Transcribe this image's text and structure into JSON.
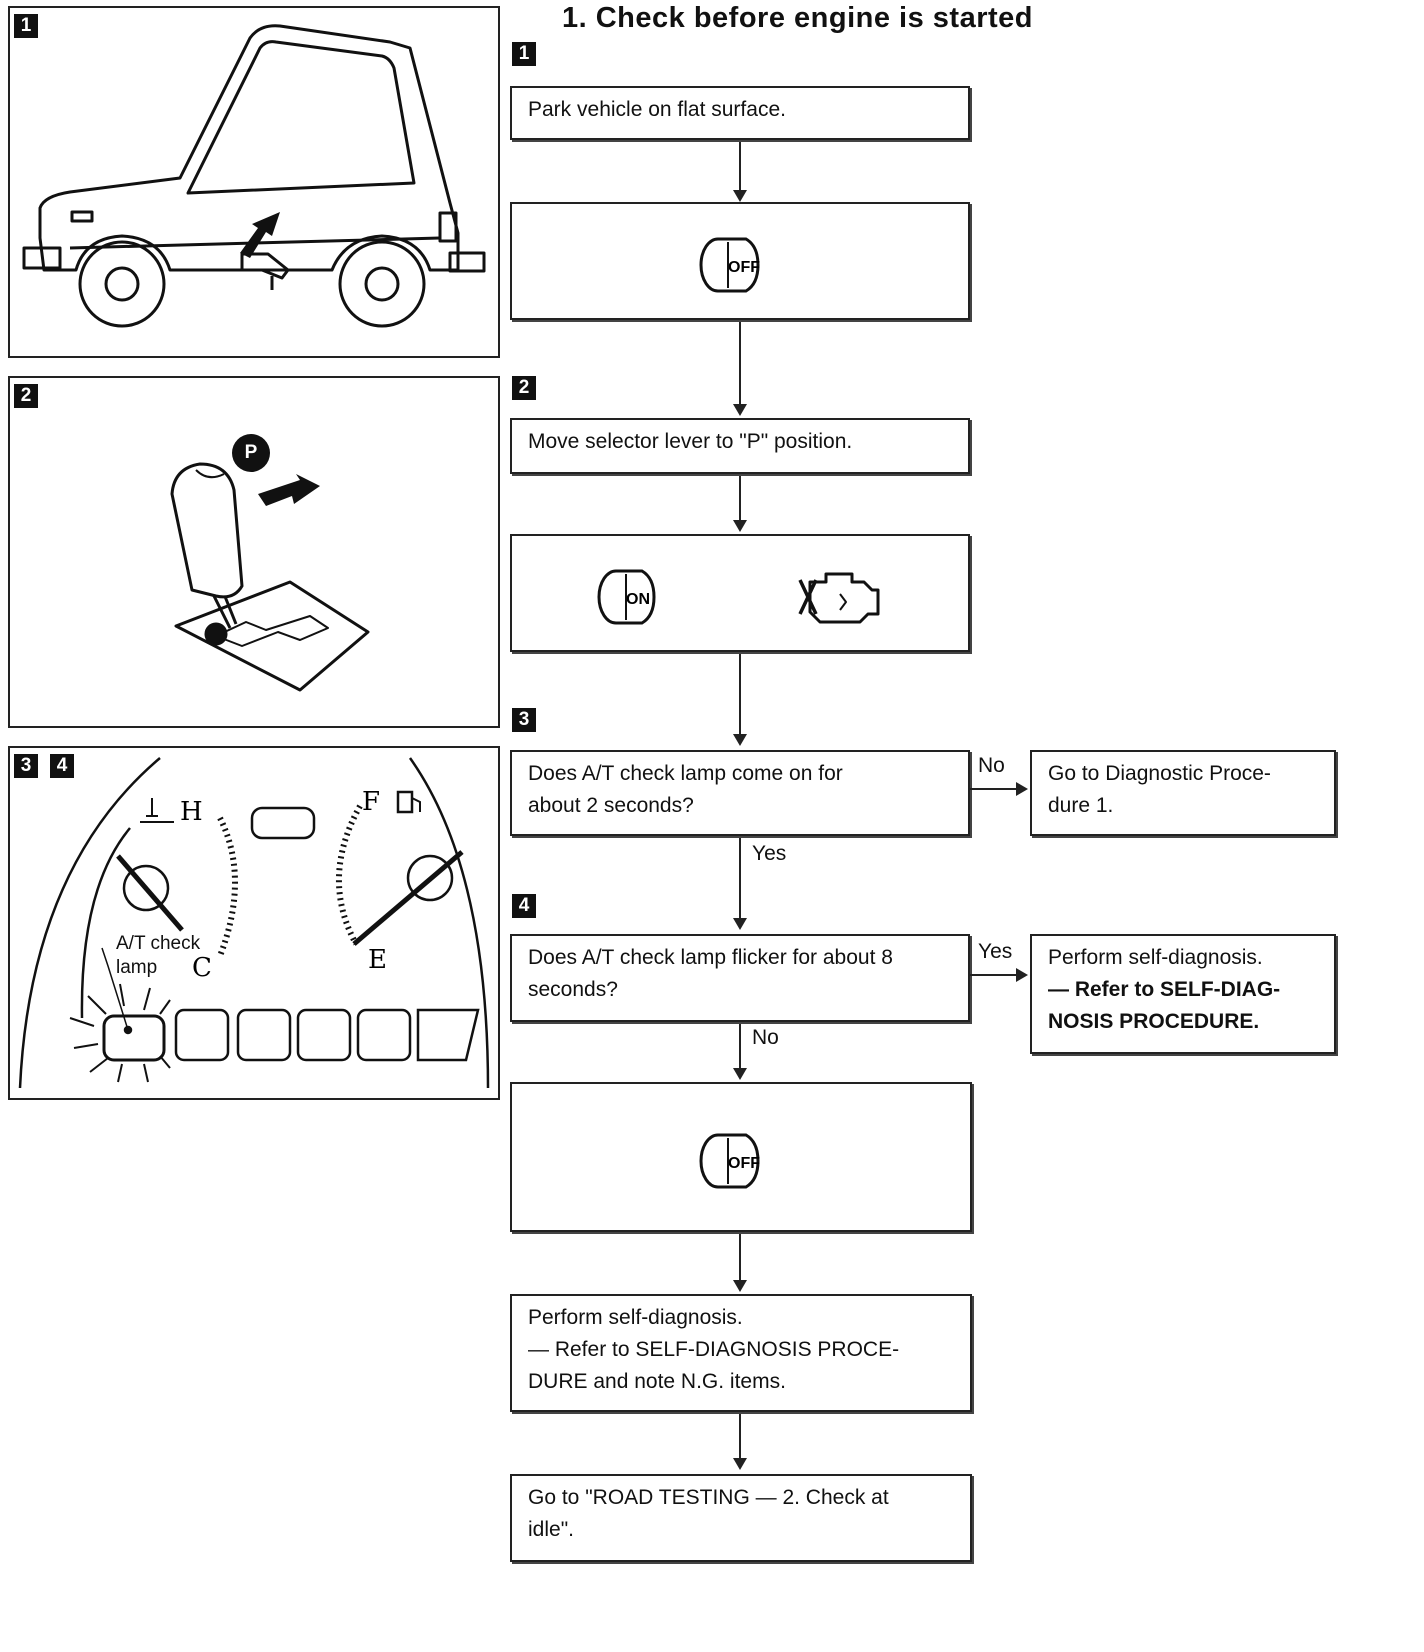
{
  "title": "1.   Check before engine is started",
  "step_markers": {
    "s1": "1",
    "s2": "2",
    "s3": "3",
    "s4": "4"
  },
  "figures": {
    "fig1_marker": "1",
    "fig2_marker": "2",
    "fig2_p_badge": "P",
    "fig34_markers": [
      "3",
      "4"
    ],
    "gauge_h": "H",
    "gauge_c": "C",
    "gauge_f": "F",
    "gauge_e": "E",
    "lamp_label_line1": "A/T check",
    "lamp_label_line2": "lamp"
  },
  "flow": {
    "box1": "Park vehicle on flat surface.",
    "box2_icon": "ignition-off-icon",
    "box3": "Move selector lever to \"P\" position.",
    "box4_icons": [
      "ignition-on-icon",
      "engine-not-running-icon"
    ],
    "box5_line1": "Does A/T check lamp come on for",
    "box5_line2": "about 2 seconds?",
    "box5_no_label": "No",
    "box5_no_target_line1": "Go to Diagnostic Proce-",
    "box5_no_target_line2": "dure 1.",
    "box5_yes_label": "Yes",
    "box6_line1": "Does A/T check lamp flicker for about 8",
    "box6_line2": "seconds?",
    "box6_yes_label": "Yes",
    "box6_yes_target_line1": "Perform self-diagnosis.",
    "box6_yes_target_line2": "— Refer to SELF-DIAG-",
    "box6_yes_target_line3": "NOSIS PROCEDURE.",
    "box6_no_label": "No",
    "box7_icon": "ignition-off-icon",
    "box8_line1": "Perform self-diagnosis.",
    "box8_line2": "— Refer to SELF-DIAGNOSIS PROCE-",
    "box8_line3": "DURE and note N.G. items.",
    "box9_line1": "Go to \"ROAD TESTING — 2. Check at",
    "box9_line2": "idle\"."
  },
  "icon_text": {
    "off": "OFF",
    "on": "ON"
  }
}
